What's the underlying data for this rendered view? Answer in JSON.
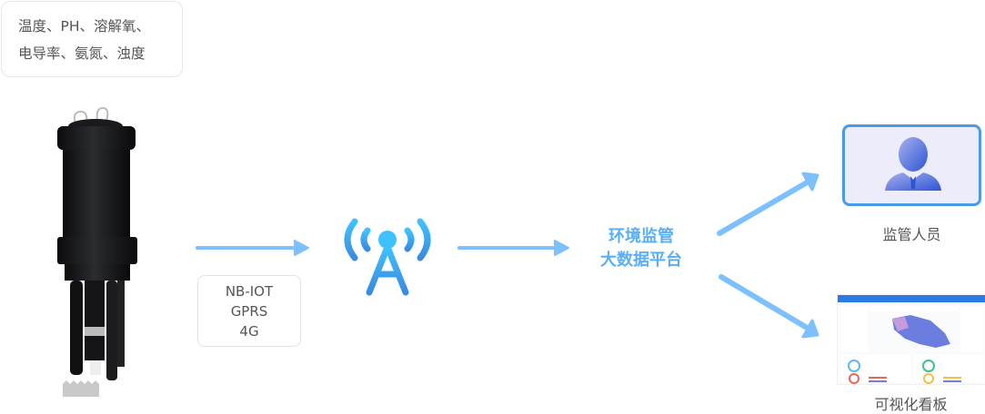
{
  "parameters": {
    "line1": "温度、PH、溶解氧、",
    "line2": "电导率、氨氮、浊度"
  },
  "protocols": {
    "items": [
      "NB-IOT",
      "GPRS",
      "4G"
    ]
  },
  "platform": {
    "line1": "环境监管",
    "line2": "大数据平台"
  },
  "outputs": {
    "personnel_label": "监管人员",
    "dashboard_label": "可视化看板"
  },
  "colors": {
    "arrow": "#7cc0ff",
    "accent": "#5aaef5",
    "card_border": "#4a9be6",
    "tower_top": "#3ec2ff",
    "tower_bottom": "#3a8be0"
  }
}
